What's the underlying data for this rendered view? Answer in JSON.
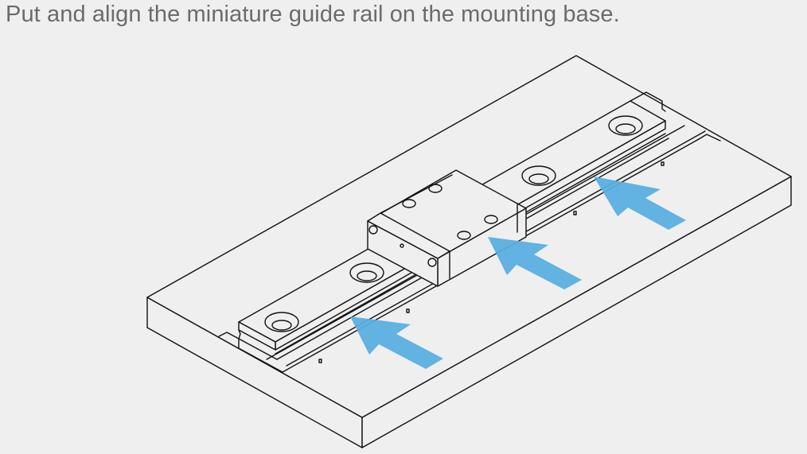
{
  "instruction": {
    "title": "Put and align the miniature guide rail on the mounting base."
  },
  "illustration": {
    "subject": "miniature-linear-guide-on-mounting-base",
    "arrow_color": "#5aaee0",
    "arrow_count": 3,
    "parts": [
      "mounting-base",
      "guide-rail",
      "carriage-block",
      "rail-mounting-holes",
      "alignment-arrows"
    ]
  }
}
